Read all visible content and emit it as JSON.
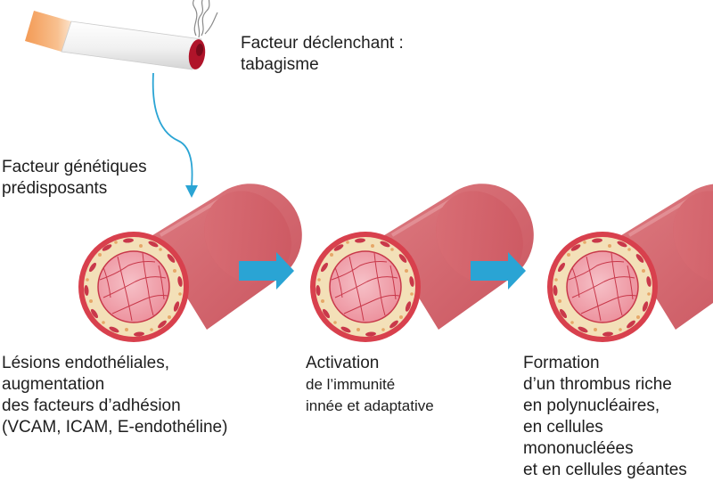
{
  "trigger": {
    "label_lines": [
      "Facteur déclenchant :",
      "tabagisme"
    ],
    "icon": "cigarette-icon"
  },
  "genetic": {
    "label_lines": [
      "Facteur génétiques",
      "prédisposants"
    ]
  },
  "steps": [
    {
      "icon": "blood-vessel-icon",
      "label_lines": [
        "Lésions endothéliales,",
        "augmentation",
        "des facteurs d’adhésion",
        "(VCAM, ICAM, E-endothéline)"
      ]
    },
    {
      "icon": "blood-vessel-icon",
      "label_lines": [
        "Activation",
        "de l’immunité",
        "innée et adaptative"
      ]
    },
    {
      "icon": "blood-vessel-icon",
      "label_lines": [
        "Formation",
        "d’un thrombus riche",
        "en polynucléaires,",
        "en cellules",
        "mononucléées",
        "et en cellules géantes"
      ]
    }
  ],
  "colors": {
    "arrow": "#2aa4d4",
    "vessel_outer": "#d9434f",
    "vessel_side": "#d06a72",
    "vessel_wall": "#f3e0b8",
    "vessel_lumen": "#f0a3ae",
    "cigarette_filter": "#f4a96b",
    "cigarette_ember": "#b0142a"
  }
}
